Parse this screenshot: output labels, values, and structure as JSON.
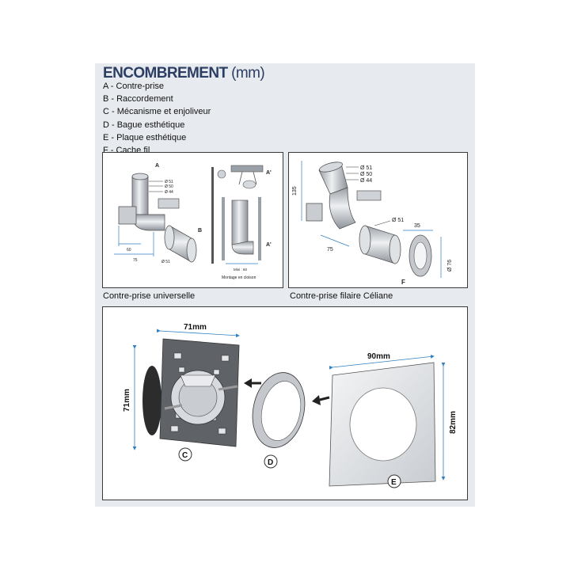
{
  "title": {
    "main": "ENCOMBREMENT",
    "unit": "(mm)"
  },
  "legend": [
    "A - Contre-prise",
    "B - Raccordement",
    "C - Mécanisme et enjoliveur",
    "D - Bague esthétique",
    "E - Plaque esthétique",
    "F - Cache fil"
  ],
  "universal": {
    "caption": "Contre-prise universelle",
    "labels": {
      "a": "A",
      "b": "B",
      "a_prime_top": "A'",
      "a_prime_side": "A'"
    },
    "diameters": [
      "Ø 51",
      "Ø 50",
      "Ø 44"
    ],
    "pipe_diameter": "Ø 51",
    "dims": {
      "width_inner": "60",
      "width_outer": "75",
      "min": "Mini : 60"
    },
    "mounting_note": "Montage en cloison"
  },
  "celiane": {
    "caption": "Contre-prise filaire Céliane",
    "diameters": [
      "Ø 51",
      "Ø 50",
      "Ø 44"
    ],
    "pipe_diameter": "Ø 51",
    "dims": {
      "height": "135",
      "width": "75",
      "ring_depth": "35",
      "ring_diameter": "Ø 76"
    },
    "label_f": "F"
  },
  "assembly": {
    "c": {
      "label": "C",
      "width": "71mm",
      "height": "71mm"
    },
    "d": {
      "label": "D"
    },
    "e": {
      "label": "E",
      "width": "90mm",
      "height": "82mm"
    }
  },
  "colors": {
    "title": "#2c3e63",
    "dimension_line": "#2f7fc1",
    "sheet": "#e7eaee",
    "part_grey": "#cfd3d8"
  }
}
